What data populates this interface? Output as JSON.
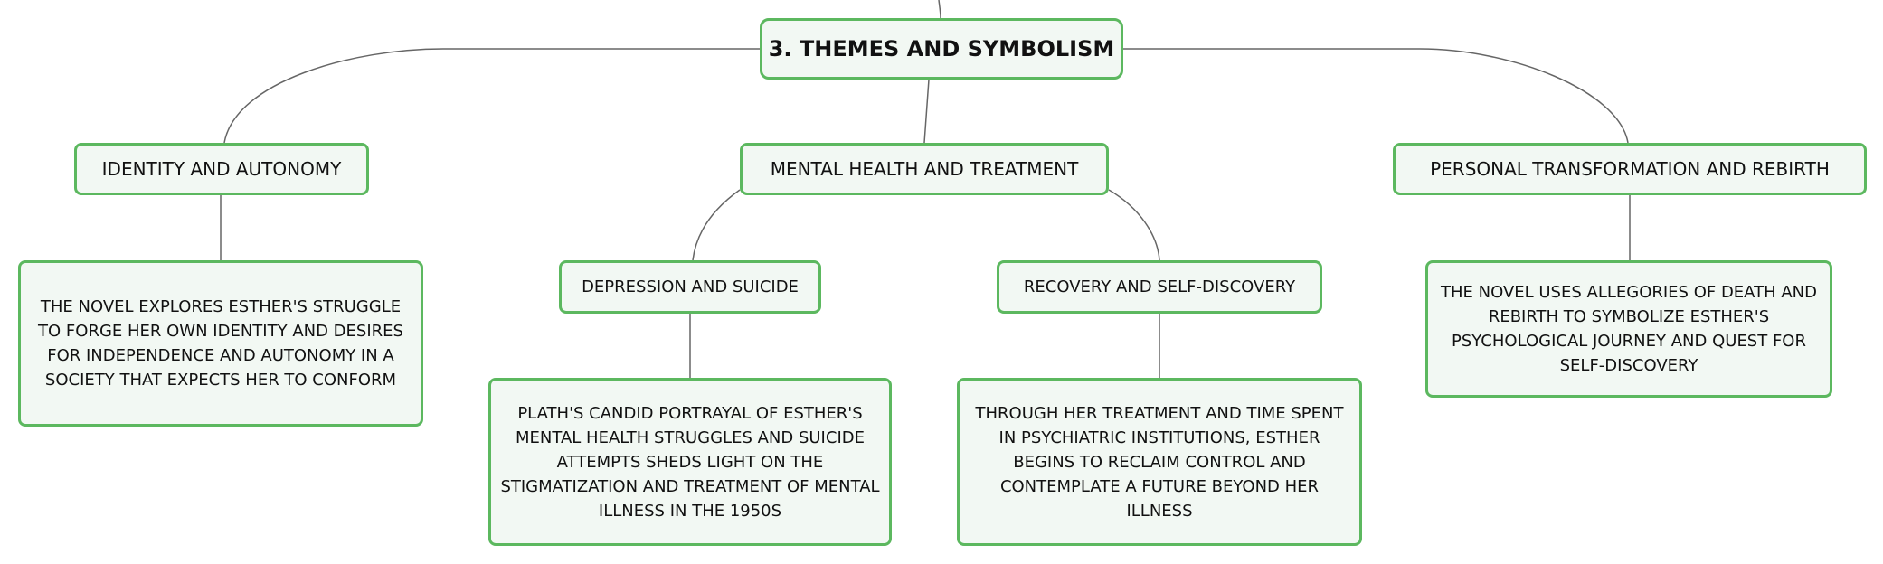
{
  "root": {
    "title": "3. THEMES AND SYMBOLISM"
  },
  "branches": [
    {
      "label": "IDENTITY AND AUTONOMY"
    },
    {
      "label": "MENTAL HEALTH AND TREATMENT"
    },
    {
      "label": "PERSONAL TRANSFORMATION AND REBIRTH"
    }
  ],
  "sub_branches": [
    {
      "label": "DEPRESSION AND SUICIDE"
    },
    {
      "label": "RECOVERY AND SELF-DISCOVERY"
    }
  ],
  "descriptions": {
    "identity": "THE NOVEL EXPLORES ESTHER'S STRUGGLE TO FORGE HER OWN IDENTITY AND DESIRES FOR INDEPENDENCE AND AUTONOMY IN A SOCIETY THAT EXPECTS HER TO CONFORM",
    "depression": "PLATH'S CANDID PORTRAYAL OF ESTHER'S MENTAL HEALTH STRUGGLES AND SUICIDE ATTEMPTS SHEDS LIGHT ON THE STIGMATIZATION AND TREATMENT OF MENTAL ILLNESS IN THE 1950S",
    "recovery": "THROUGH HER TREATMENT AND TIME SPENT IN PSYCHIATRIC INSTITUTIONS, ESTHER BEGINS TO RECLAIM CONTROL AND CONTEMPLATE A FUTURE BEYOND HER ILLNESS",
    "rebirth": "THE NOVEL USES ALLEGORIES OF DEATH AND REBIRTH TO SYMBOLIZE ESTHER'S PSYCHOLOGICAL JOURNEY AND QUEST FOR SELF-DISCOVERY"
  },
  "colors": {
    "node_border": "#5cb85f",
    "node_fill": "#f2f8f3",
    "connector": "#666666",
    "text": "#111111"
  }
}
